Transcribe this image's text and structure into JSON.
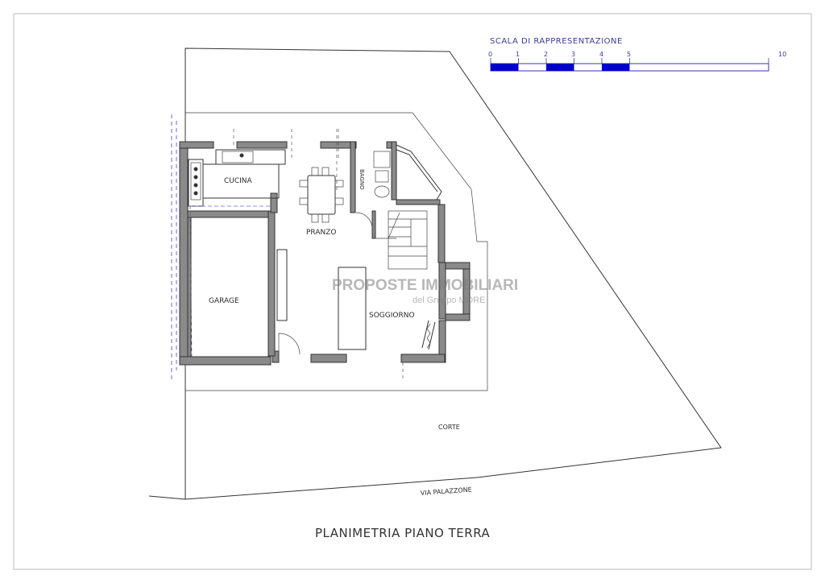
{
  "scale_bar": {
    "title": "SCALA DI RAPPRESENTAZIONE",
    "ticks": [
      "0",
      "1",
      "2",
      "3",
      "4",
      "5",
      "10"
    ],
    "accent_color": "#0000cc"
  },
  "rooms": {
    "cucina": "CUCINA",
    "pranzo": "PRANZO",
    "bagno": "BAGNO",
    "garage": "GARAGE",
    "soggiorno": "SOGGIORNO",
    "corte": "CORTE"
  },
  "street": "VIA PALAZZONE",
  "watermark": {
    "line1": "PROPOSTE IMMOBILIARI",
    "line2": "del Gruppo MORE"
  },
  "title": "PLANIMETRIA PIANO TERRA"
}
